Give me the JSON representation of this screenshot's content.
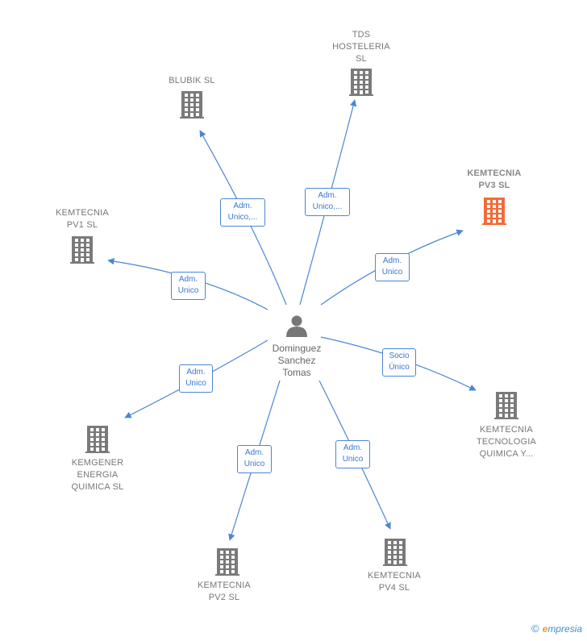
{
  "colors": {
    "edge": "#4a86d8",
    "building": "#7a7a7a",
    "highlight": "#f26b3a",
    "person": "#777777"
  },
  "person": {
    "name": "Dominguez\nSanchez\nTomas",
    "icon": "person-icon"
  },
  "companies": [
    {
      "id": "blubik",
      "label": "BLUBIK  SL",
      "highlight": false,
      "relation": "Adm.\nUnico,..."
    },
    {
      "id": "tds",
      "label": "TDS\nHOSTELERIA\nSL",
      "highlight": false,
      "relation": "Adm.\nUnico,..."
    },
    {
      "id": "pv3",
      "label": "KEMTECNIA\nPV3  SL",
      "highlight": true,
      "relation": "Adm.\nUnico"
    },
    {
      "id": "pv1",
      "label": "KEMTECNIA\nPV1  SL",
      "highlight": false,
      "relation": "Adm.\nUnico"
    },
    {
      "id": "tecnologia",
      "label": "KEMTECNIA\nTECNOLOGIA\nQUIMICA Y...",
      "highlight": false,
      "relation": "Socio\nÚnico"
    },
    {
      "id": "kemgener",
      "label": "KEMGENER\nENERGIA\nQUIMICA  SL",
      "highlight": false,
      "relation": "Adm.\nUnico"
    },
    {
      "id": "pv2",
      "label": "KEMTECNIA\nPV2  SL",
      "highlight": false,
      "relation": "Adm.\nUnico"
    },
    {
      "id": "pv4",
      "label": "KEMTECNIA\nPV4  SL",
      "highlight": false,
      "relation": "Adm.\nUnico"
    }
  ],
  "footer": {
    "copyright_symbol": "©",
    "brand_initial": "e",
    "brand_rest": "mpresia"
  }
}
